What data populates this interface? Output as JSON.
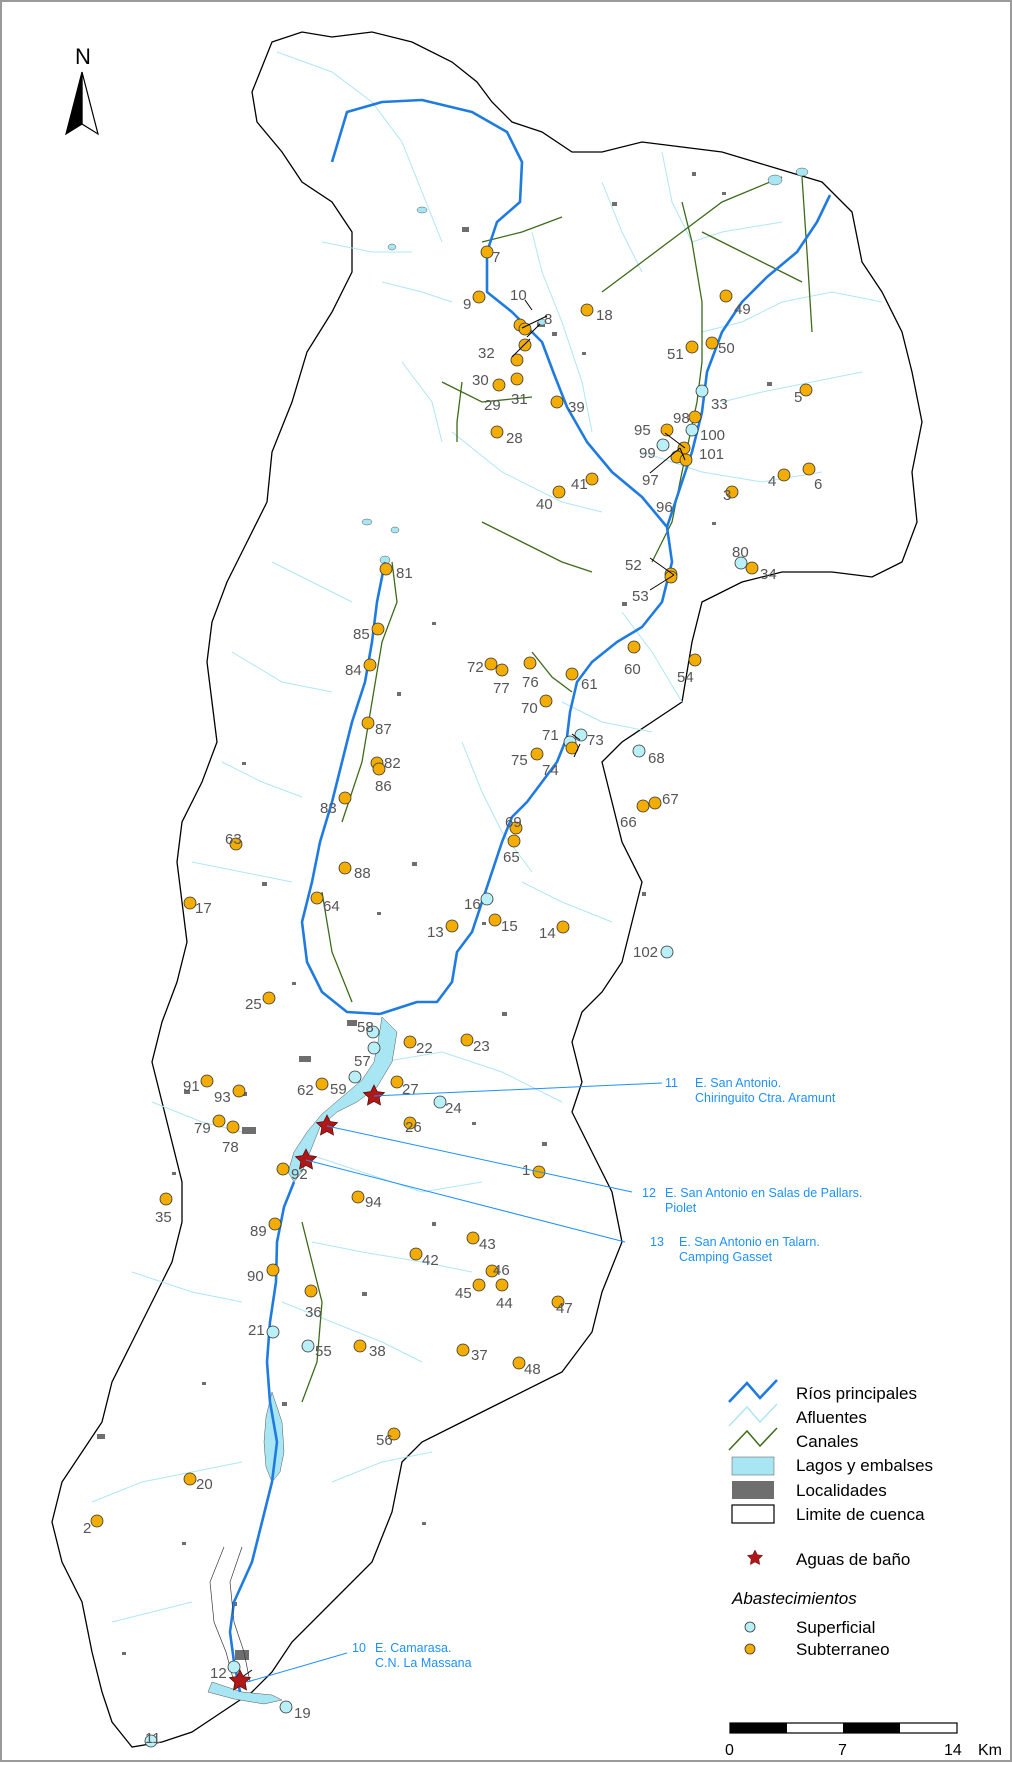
{
  "north_label": "N",
  "legend": {
    "rios_principales": "Ríos principales",
    "afluentes": "Afluentes",
    "canales": "Canales",
    "lagos": "Lagos y embalses",
    "localidades": "Localidades",
    "limite": "Limite de cuenca",
    "aguas_bano": "Aguas de baño",
    "abastecimientos_title": "Abastecimientos",
    "superficial": "Superficial",
    "subterraneo": "Subterraneo"
  },
  "scale": {
    "l0": "0",
    "l1": "7",
    "l2": "14",
    "unit": "Km"
  },
  "colors": {
    "main_river": "#1f7be0",
    "tributary": "#aee6f5",
    "canal": "#3d6b1a",
    "lake": "#a8e6f3",
    "locality": "#6e6e6e",
    "boundary": "#000000",
    "star": "#b01818",
    "groundwater": "#f2ad00",
    "surface": "#b9f0f7",
    "callout": "#1e90ff"
  },
  "bathing_sites": [
    {
      "code": "11",
      "line1": "E. San Antonio.",
      "line2": "Chiringuito Ctra. Aramunt"
    },
    {
      "code": "12",
      "line1": "E. San Antonio en Salas de Pallars.",
      "line2": "Piolet"
    },
    {
      "code": "13",
      "line1": "E. San Antonio en Talarn.",
      "line2": "Camping Gasset"
    },
    {
      "code": "10",
      "line1": "E. Camarasa.",
      "line2": "C.N. La Massana"
    }
  ],
  "supply_points": [
    {
      "label": "7",
      "type": "sub"
    },
    {
      "label": "9",
      "type": "sub"
    },
    {
      "label": "10",
      "type": "sub"
    },
    {
      "label": "8",
      "type": "sub"
    },
    {
      "label": "18",
      "type": "sub"
    },
    {
      "label": "32",
      "type": "sub"
    },
    {
      "label": "30",
      "type": "sub"
    },
    {
      "label": "29",
      "type": "sub"
    },
    {
      "label": "31",
      "type": "sub"
    },
    {
      "label": "39",
      "type": "sub"
    },
    {
      "label": "28",
      "type": "sub"
    },
    {
      "label": "41",
      "type": "sub"
    },
    {
      "label": "40",
      "type": "sub"
    },
    {
      "label": "49",
      "type": "sub"
    },
    {
      "label": "51",
      "type": "sub"
    },
    {
      "label": "50",
      "type": "sub"
    },
    {
      "label": "33",
      "type": "sup"
    },
    {
      "label": "5",
      "type": "sub"
    },
    {
      "label": "98",
      "type": "sub"
    },
    {
      "label": "95",
      "type": "sub"
    },
    {
      "label": "100",
      "type": "sup"
    },
    {
      "label": "99",
      "type": "sup"
    },
    {
      "label": "101",
      "type": "sub"
    },
    {
      "label": "97",
      "type": "sub"
    },
    {
      "label": "96",
      "type": "sub"
    },
    {
      "label": "3",
      "type": "sub"
    },
    {
      "label": "4",
      "type": "sub"
    },
    {
      "label": "6",
      "type": "sub"
    },
    {
      "label": "80",
      "type": "sup"
    },
    {
      "label": "34",
      "type": "sub"
    },
    {
      "label": "52",
      "type": "sub"
    },
    {
      "label": "53",
      "type": "sub"
    },
    {
      "label": "81",
      "type": "sub"
    },
    {
      "label": "85",
      "type": "sub"
    },
    {
      "label": "84",
      "type": "sub"
    },
    {
      "label": "72",
      "type": "sub"
    },
    {
      "label": "77",
      "type": "sub"
    },
    {
      "label": "76",
      "type": "sub"
    },
    {
      "label": "61",
      "type": "sub"
    },
    {
      "label": "60",
      "type": "sub"
    },
    {
      "label": "54",
      "type": "sub"
    },
    {
      "label": "70",
      "type": "sub"
    },
    {
      "label": "87",
      "type": "sub"
    },
    {
      "label": "82",
      "type": "sub"
    },
    {
      "label": "86",
      "type": "sub"
    },
    {
      "label": "71",
      "type": "sup"
    },
    {
      "label": "73",
      "type": "sup"
    },
    {
      "label": "74",
      "type": "sub"
    },
    {
      "label": "75",
      "type": "sub"
    },
    {
      "label": "68",
      "type": "sup"
    },
    {
      "label": "83",
      "type": "sub"
    },
    {
      "label": "67",
      "type": "sub"
    },
    {
      "label": "66",
      "type": "sub"
    },
    {
      "label": "63",
      "type": "sub"
    },
    {
      "label": "69",
      "type": "sub"
    },
    {
      "label": "65",
      "type": "sub"
    },
    {
      "label": "88",
      "type": "sub"
    },
    {
      "label": "17",
      "type": "sub"
    },
    {
      "label": "64",
      "type": "sub"
    },
    {
      "label": "16",
      "type": "sup"
    },
    {
      "label": "13",
      "type": "sub"
    },
    {
      "label": "15",
      "type": "sub"
    },
    {
      "label": "14",
      "type": "sub"
    },
    {
      "label": "102",
      "type": "sup"
    },
    {
      "label": "25",
      "type": "sub"
    },
    {
      "label": "58",
      "type": "sup"
    },
    {
      "label": "22",
      "type": "sub"
    },
    {
      "label": "23",
      "type": "sub"
    },
    {
      "label": "57",
      "type": "sup"
    },
    {
      "label": "91",
      "type": "sub"
    },
    {
      "label": "62",
      "type": "sub"
    },
    {
      "label": "59",
      "type": "sup"
    },
    {
      "label": "27",
      "type": "sub"
    },
    {
      "label": "93",
      "type": "sub"
    },
    {
      "label": "24",
      "type": "sup"
    },
    {
      "label": "79",
      "type": "sub"
    },
    {
      "label": "78",
      "type": "sub"
    },
    {
      "label": "26",
      "type": "sub"
    },
    {
      "label": "92",
      "type": "sub"
    },
    {
      "label": "1",
      "type": "sub"
    },
    {
      "label": "35",
      "type": "sub"
    },
    {
      "label": "94",
      "type": "sub"
    },
    {
      "label": "89",
      "type": "sub"
    },
    {
      "label": "43",
      "type": "sub"
    },
    {
      "label": "42",
      "type": "sub"
    },
    {
      "label": "46",
      "type": "sub"
    },
    {
      "label": "45",
      "type": "sub"
    },
    {
      "label": "44",
      "type": "sub"
    },
    {
      "label": "90",
      "type": "sub"
    },
    {
      "label": "36",
      "type": "sub"
    },
    {
      "label": "47",
      "type": "sub"
    },
    {
      "label": "21",
      "type": "sup"
    },
    {
      "label": "55",
      "type": "sup"
    },
    {
      "label": "38",
      "type": "sub"
    },
    {
      "label": "37",
      "type": "sub"
    },
    {
      "label": "48",
      "type": "sub"
    },
    {
      "label": "56",
      "type": "sub"
    },
    {
      "label": "20",
      "type": "sub"
    },
    {
      "label": "2",
      "type": "sub"
    },
    {
      "label": "12",
      "type": "sup"
    },
    {
      "label": "19",
      "type": "sup"
    },
    {
      "label": "11",
      "type": "sup"
    }
  ]
}
